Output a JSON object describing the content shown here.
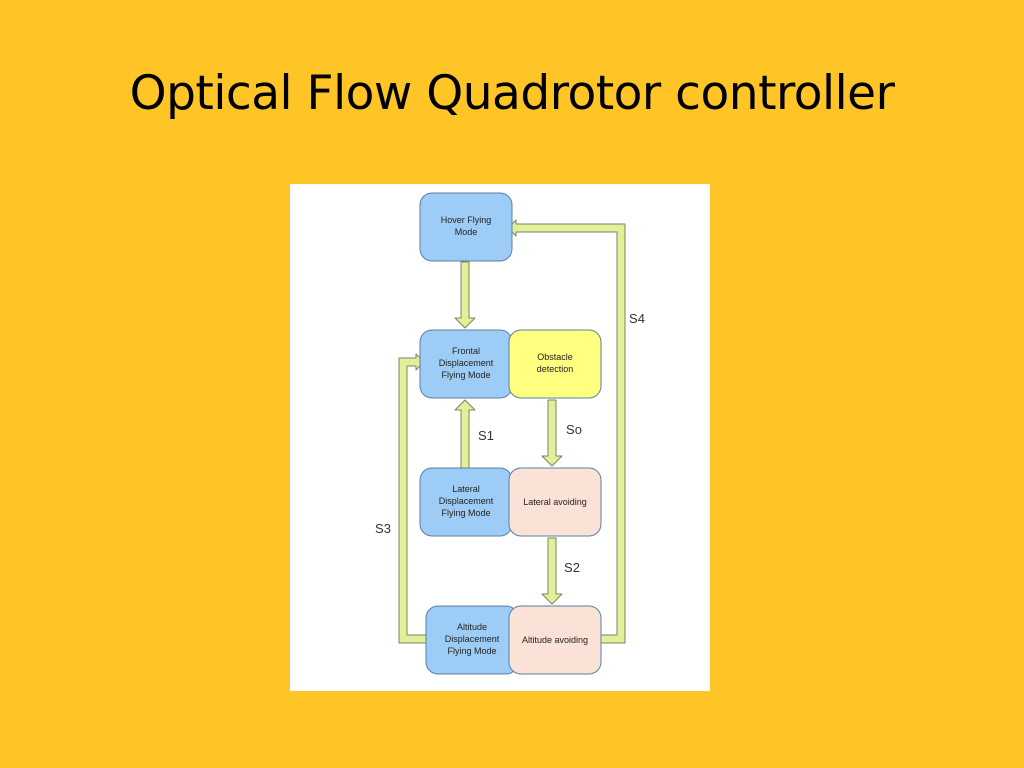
{
  "slide": {
    "title": "Optical Flow Quadrotor controller"
  },
  "colors": {
    "background": "#FFC425",
    "mode_box": "#9DCDF6",
    "obstacle_box": "#FFFF80",
    "avoid_box": "#FBE2D7",
    "arrow_fill": "#E5EE9A",
    "arrow_stroke": "#6E8C5C",
    "box_stroke": "#5B7FA3"
  },
  "diagram": {
    "nodes": {
      "hover": [
        "Hover Flying",
        "Mode"
      ],
      "frontal": [
        "Frontal",
        "Displacement",
        "Flying Mode"
      ],
      "obstacle": [
        "Obstacle",
        "detection"
      ],
      "lateral": [
        "Lateral",
        "Displacement",
        "Flying Mode"
      ],
      "lateral_avoid": [
        "Lateral avoiding"
      ],
      "altitude": [
        "Altitude",
        "Displacement",
        "Flying Mode"
      ],
      "altitude_avoid": [
        "Altitude avoiding"
      ]
    },
    "labels": {
      "s4": "S4",
      "s1": "S1",
      "so": "So",
      "s3": "S3",
      "s2": "S2"
    }
  }
}
